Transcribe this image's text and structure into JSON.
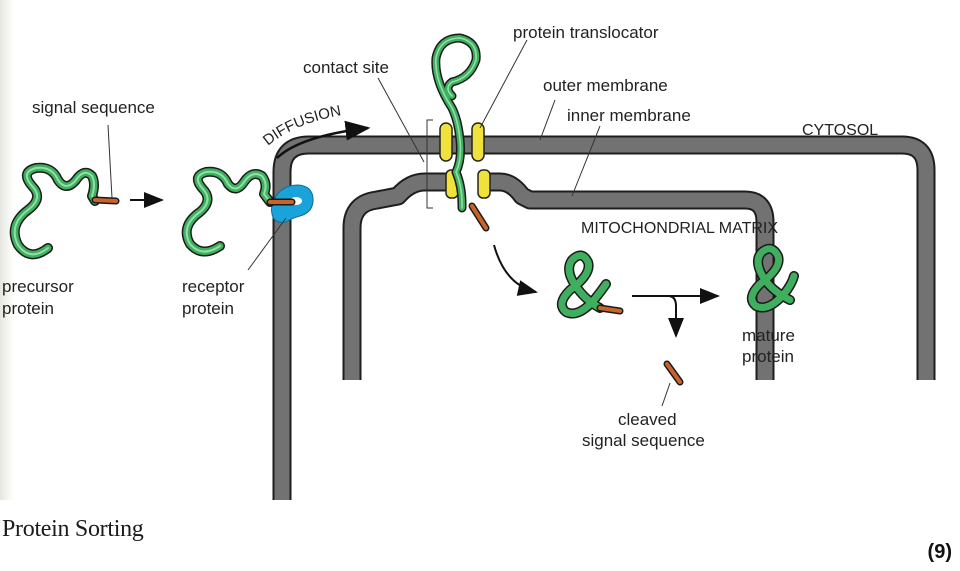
{
  "figure": {
    "caption": "Protein Sorting",
    "figure_number": "(9)"
  },
  "labels": {
    "signal_sequence": "signal sequence",
    "precursor_line1": "precursor",
    "precursor_line2": "protein",
    "receptor_line1": "receptor",
    "receptor_line2": "protein",
    "diffusion": "DIFFUSION",
    "contact_site": "contact site",
    "protein_translocator": "protein translocator",
    "outer_membrane": "outer membrane",
    "inner_membrane": "inner membrane",
    "cytosol": "CYTOSOL",
    "mitochondrial_matrix": "MITOCHONDRIAL MATRIX",
    "mature_line1": "mature",
    "mature_line2": "protein",
    "cleaved_line1": "cleaved",
    "cleaved_line2": "signal sequence"
  },
  "colors": {
    "protein_green": "#3fae5e",
    "protein_light": "#8fe0a8",
    "signal_orange": "#c8642a",
    "membrane_gray": "#707070",
    "translocator_yellow": "#f0e23a",
    "receptor_blue": "#1aa3d9"
  }
}
